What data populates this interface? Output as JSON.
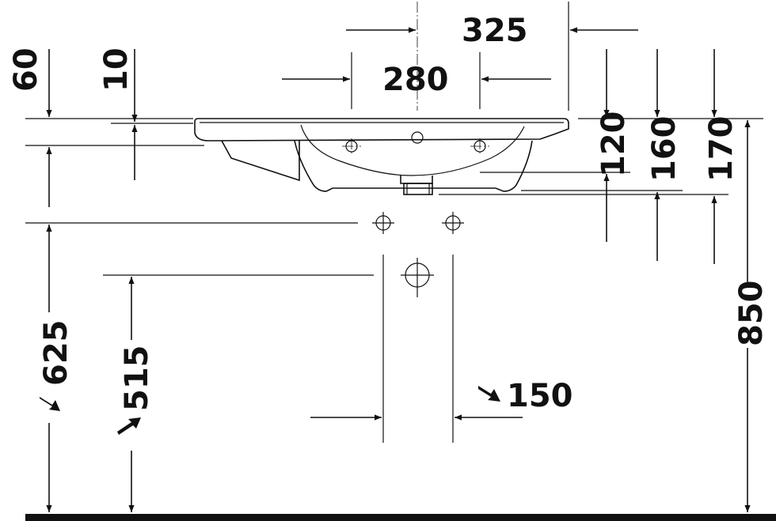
{
  "drawing": {
    "title": "Washbasin installation dimension drawing",
    "units": "mm",
    "colors": {
      "line": "#111111",
      "background": "#ffffff"
    }
  },
  "dimensions": {
    "width_325": "325",
    "width_280": "280",
    "height_60": "60",
    "height_10": "10",
    "height_120": "120",
    "height_160": "160",
    "height_170": "170",
    "height_850": "850",
    "height_625": "625",
    "height_515": "515",
    "spacing_150": "150"
  },
  "annotations": {
    "arrow_prefix_625": "↘",
    "arrow_prefix_515": "↘",
    "arrow_prefix_150": "↘"
  }
}
